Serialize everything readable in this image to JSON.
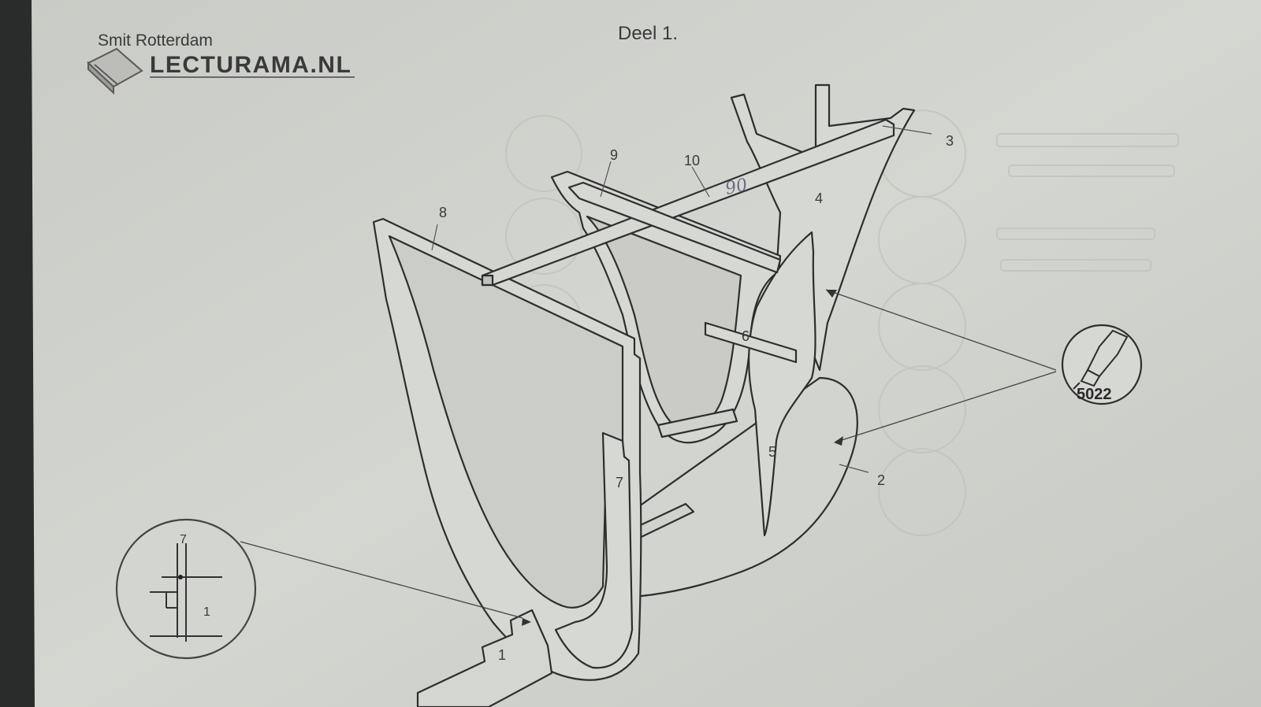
{
  "header": {
    "brand_line1": "Smit Rotterdam",
    "brand_line2": "LECTURAMA.NL",
    "title": "Deel 1."
  },
  "diagram": {
    "part_labels": [
      "1",
      "2",
      "3",
      "4",
      "5",
      "6",
      "7",
      "8",
      "9",
      "10"
    ],
    "handwritten_note": "90",
    "glue_code": "5022",
    "detail_inset_labels": [
      "7",
      "1"
    ]
  },
  "colors": {
    "paper": "#cfd1cc",
    "ink": "#2e2e2e",
    "background": "#2a2c2b"
  }
}
